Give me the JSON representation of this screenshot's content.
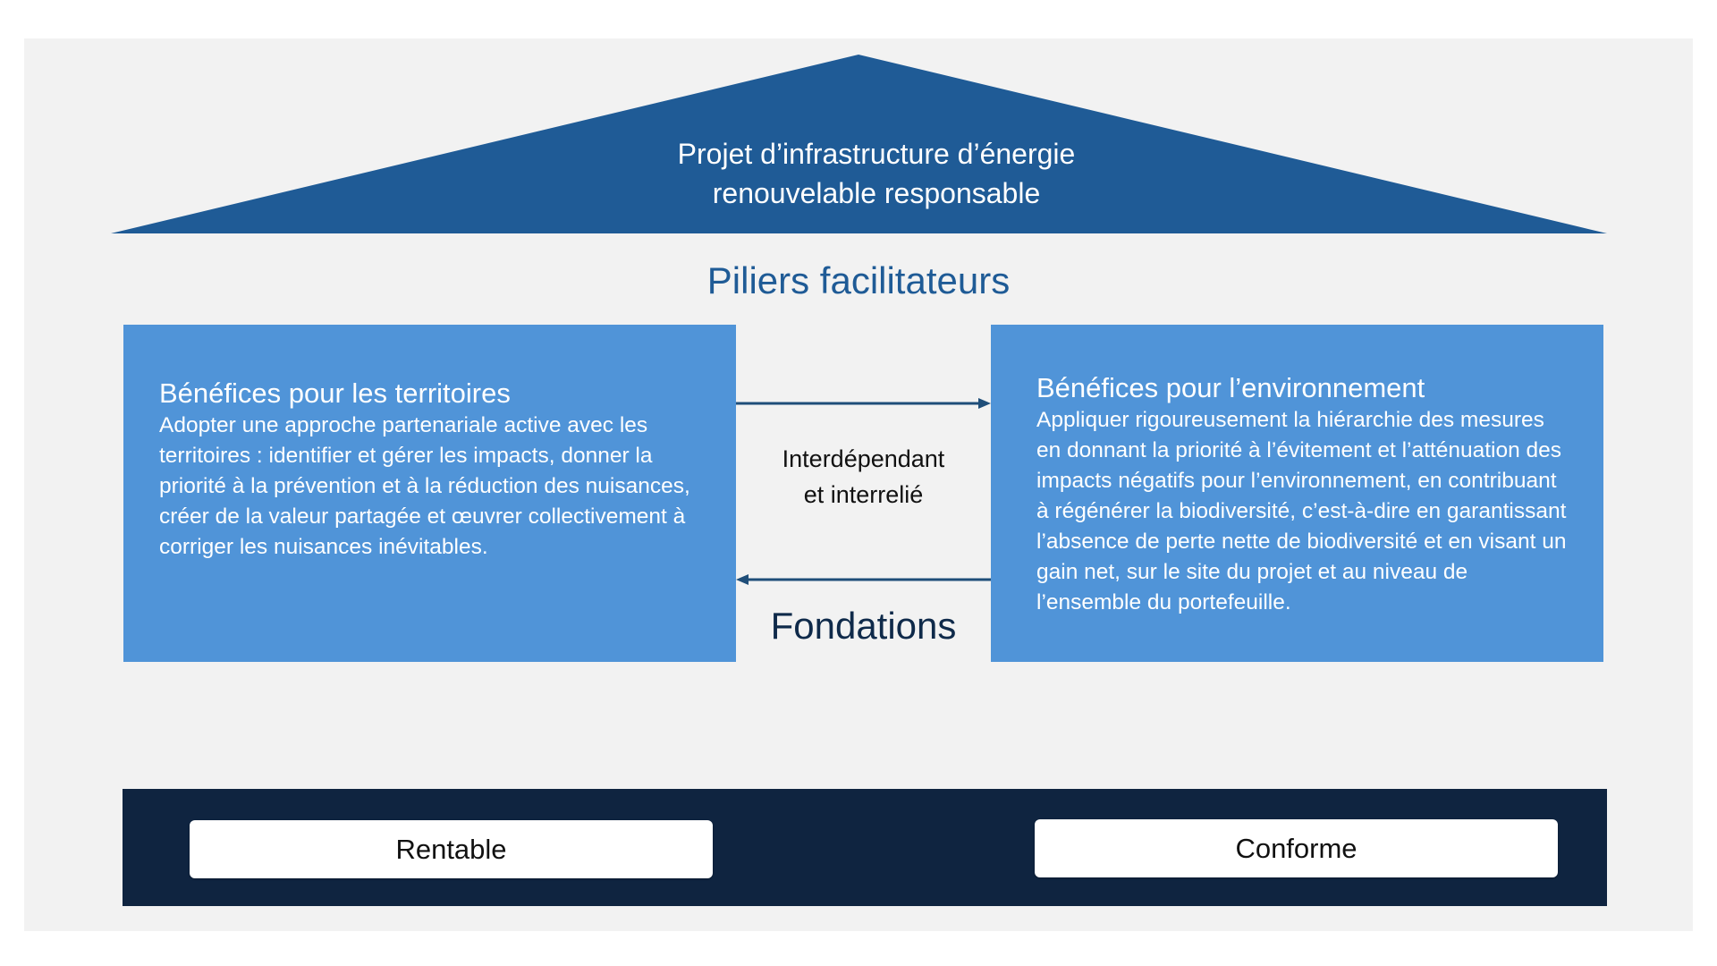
{
  "roof": {
    "title_line1": "Projet d’infrastructure d’énergie",
    "title_line2": "renouvelable responsable"
  },
  "pillars": {
    "title": "Piliers facilitateurs",
    "left": {
      "heading": "Bénéfices pour les territoires",
      "body": "Adopter une approche partenariale active avec les territoires : identifier et gérer les impacts, donner la priorité à la prévention et à la réduction des nuisances, créer de la valeur partagée et œuvrer collectivement à corriger les nuisances inévitables."
    },
    "right": {
      "heading": "Bénéfices pour l’environnement",
      "body": "Appliquer rigoureusement la hiérarchie des mesures en donnant la priorité à l’évitement et l’atténuation des impacts négatifs pour l’environnement, en contribuant à régénérer la biodiversité, c’est-à-dire en garantissant l’absence de perte nette de biodiversité et en visant un gain net, sur le site du projet et au niveau de l’ensemble du portefeuille."
    },
    "link_line1": "Interdépendant",
    "link_line2": "et interrelié"
  },
  "foundations": {
    "title": "Fondations",
    "items": [
      "Rentable",
      "Conforme"
    ]
  },
  "colors": {
    "roof": "#1f5b96",
    "pillar": "#5094d8",
    "base": "#0f2440",
    "arrow": "#1f4e79",
    "panel": "#f2f2f2"
  }
}
